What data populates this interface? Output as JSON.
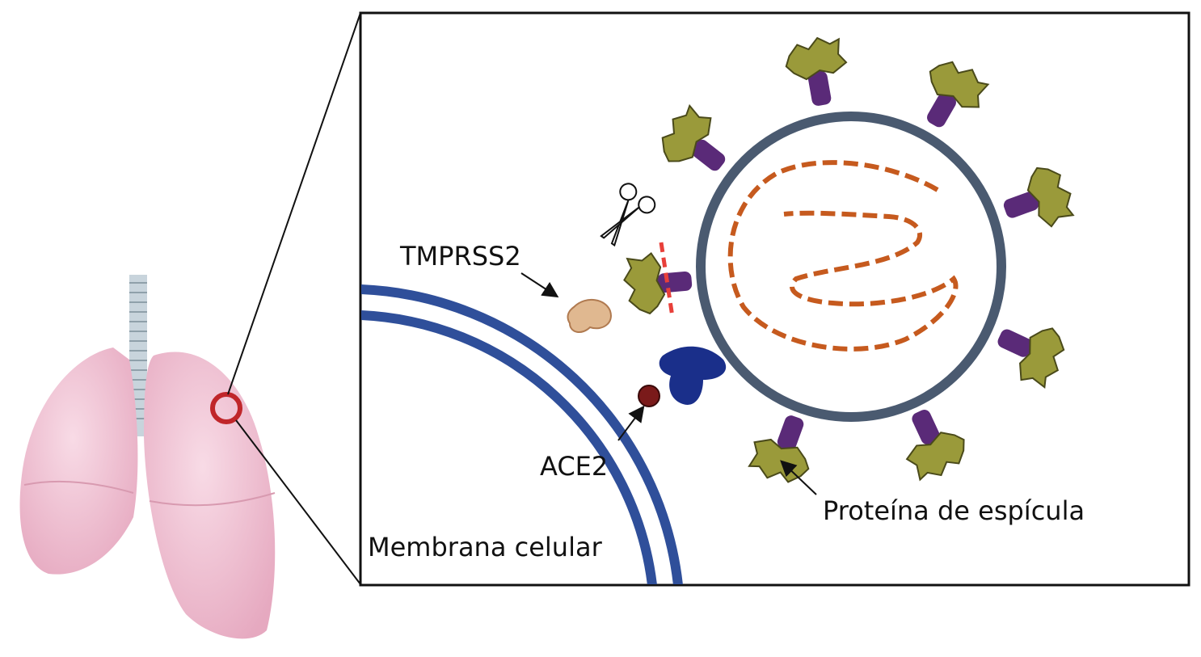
{
  "labels": {
    "tmprss2": "TMPRSS2",
    "ace2": "ACE2",
    "membrane": "Membrana celular",
    "spike": "Proteína de espícula"
  },
  "colors": {
    "membrane": "#2f4f9a",
    "virus_envelope": "#4a5a70",
    "rna": "#c65a1e",
    "spike_stalk": "#5a2a78",
    "spike_head": "#9a9a3a",
    "ace2": "#1a2f8a",
    "tmprss2": "#e0b890",
    "cleavage": "#e8403a",
    "lung": "#f2c6d6",
    "highlight_ring": "#c0262a"
  },
  "icons": [
    "lungs",
    "scissors-icon",
    "arrow"
  ]
}
